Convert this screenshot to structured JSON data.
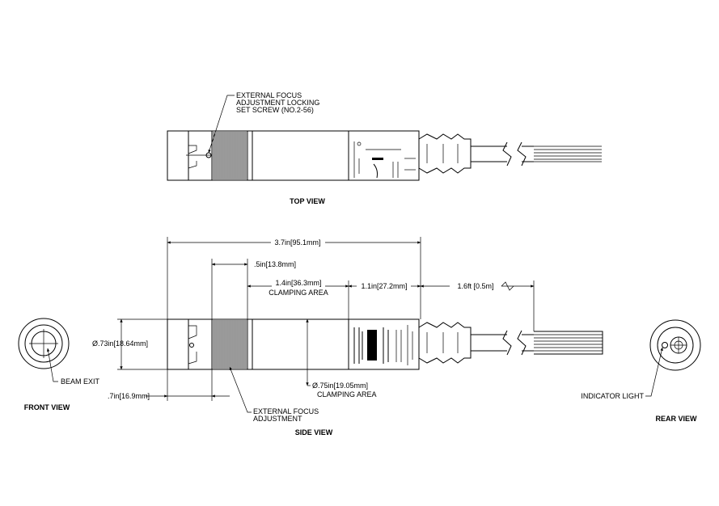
{
  "views": {
    "top": "TOP VIEW",
    "side": "SIDE VIEW",
    "front": "FRONT VIEW",
    "rear": "REAR VIEW"
  },
  "callouts": {
    "set_screw": [
      "EXTERNAL FOCUS",
      "ADJUSTMENT LOCKING",
      "SET SCREW (NO.2-56)"
    ],
    "focus_adjust": [
      "EXTERNAL FOCUS",
      "ADJUSTMENT"
    ],
    "beam_exit": "BEAM EXIT",
    "indicator_light": "INDICATOR LIGHT",
    "clamping_area_upper": "CLAMPING AREA",
    "clamping_area_lower": "CLAMPING AREA"
  },
  "dimensions": {
    "overall_length": "3.7in[95.1mm]",
    "focus_length": ".5in[13.8mm]",
    "clamp_length": "1.4in[36.3mm]",
    "label_length": "1.1in[27.2mm]",
    "cable_length": "1.6ft [0.5m]",
    "body_diameter": "Ø.73in[18.64mm]",
    "front_length": ".7in[16.9mm]",
    "clamp_diameter": "Ø.75in[19.05mm]"
  }
}
